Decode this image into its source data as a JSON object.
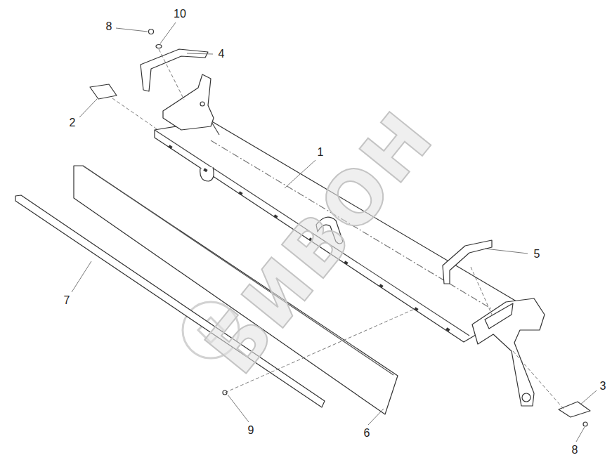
{
  "diagram": {
    "labels": [
      "10",
      "8",
      "4",
      "2",
      "1",
      "5",
      "7",
      "3",
      "6",
      "9",
      "8",
      "БИВОН"
    ]
  }
}
